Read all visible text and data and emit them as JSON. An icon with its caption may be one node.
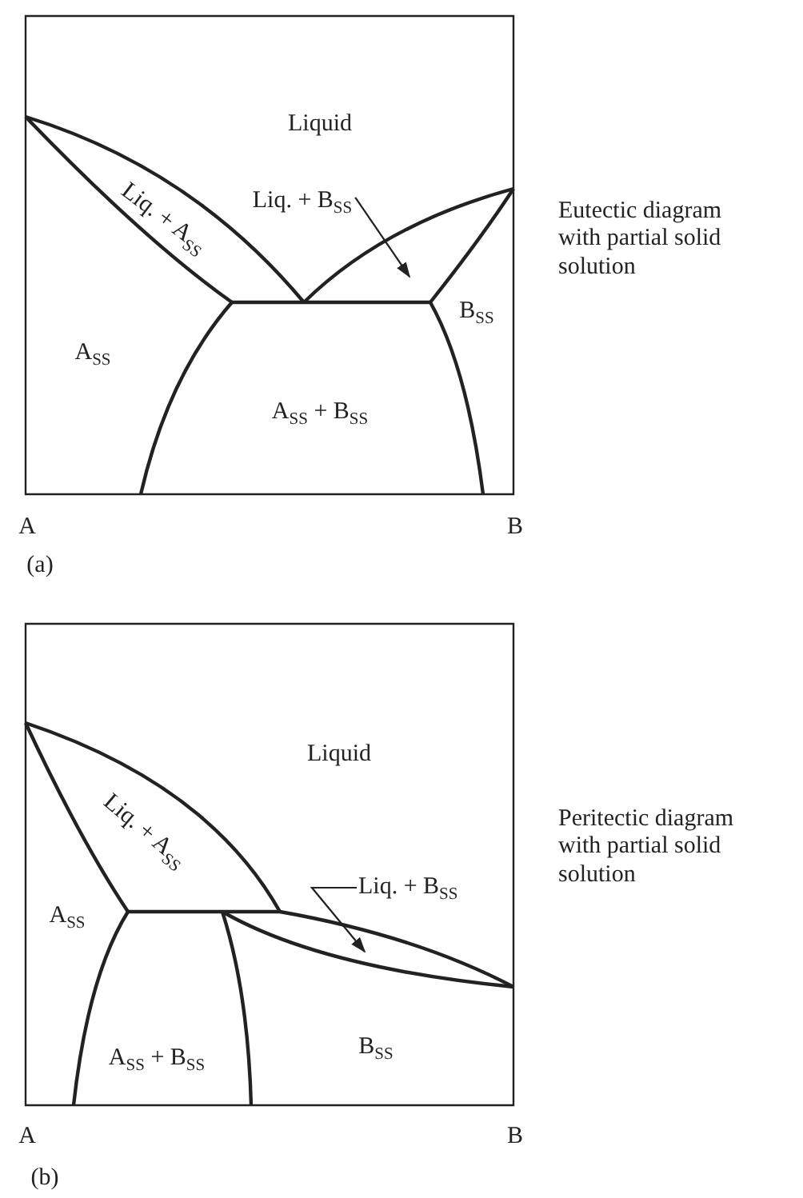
{
  "diagram": {
    "nodes": [
      {
        "text": [
          "Liq. + B$_{SS}$"
        ]
      },
      {
        "text": [
          "Liq. + B$_{SS}$"
        ]
      }
    ],
    "edges": [
      {
        "from": 0,
        "to": null,
        "arrow": "to"
      },
      {
        "from": 1,
        "to": null,
        "arrow": "to"
      }
    ],
    "labels": [
      "Liquid",
      "Liq. + A$_{SS}$",
      "Eutectic diagram with partial solid solution",
      "B$_{SS}$",
      "A$_{SS}$",
      "A$_{SS}$ + B$_{SS}$",
      "A",
      "B",
      "(a)",
      "Liquid",
      "Liq. + A$_{SS}$",
      "Peritectic diagram with partial solid solution",
      "A$_{SS}$",
      "B$_{SS}$",
      "A$_{SS}$ + B$_{SS}$",
      "A",
      "B",
      "(b)"
    ]
  }
}
